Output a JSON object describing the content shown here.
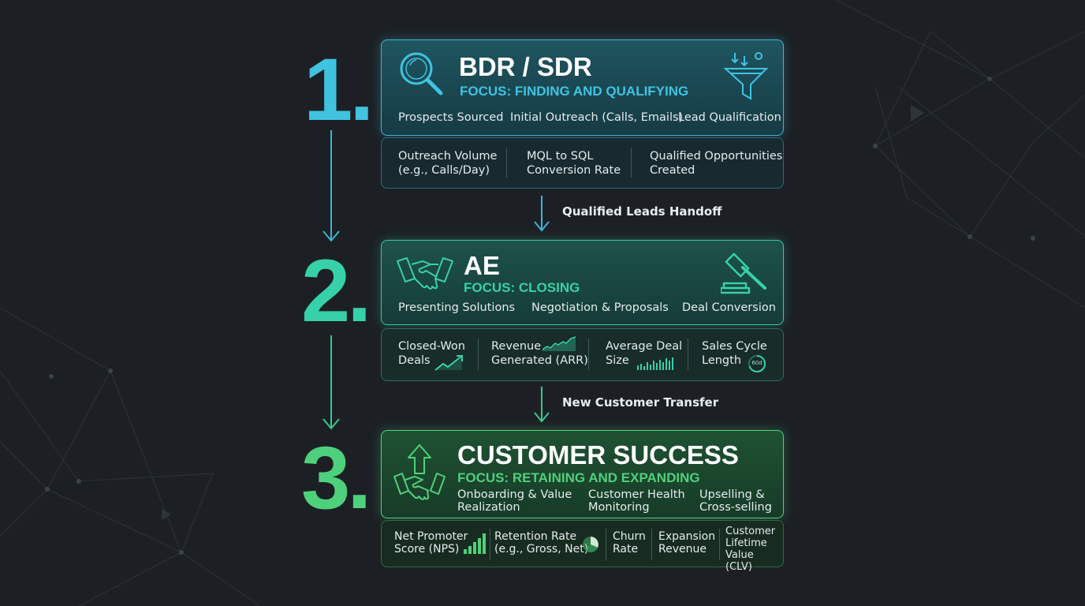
{
  "stages": [
    {
      "number": "1.",
      "title": "BDR / SDR",
      "focus": "FOCUS: FINDING AND QUALIFYING",
      "activities": [
        "Prospects Sourced",
        "Initial Outreach (Calls, Emails)",
        "Lead Qualification"
      ],
      "metrics": [
        "Outreach Volume\n(e.g., Calls/Day)",
        "MQL to SQL\nConversion Rate",
        "Qualified Opportunities\nCreated"
      ],
      "icons": [
        "magnifier-icon",
        "funnel-icon"
      ]
    },
    {
      "number": "2.",
      "title": "AE",
      "focus": "FOCUS: CLOSING",
      "activities": [
        "Presenting Solutions",
        "Negotiation & Proposals",
        "Deal Conversion"
      ],
      "metrics": [
        "Closed-Won\nDeals",
        "Revenue\nGenerated (ARR)",
        "Average Deal\nSize",
        "Sales Cycle\nLength"
      ],
      "metric_badge": "60d",
      "icons": [
        "handshake-icon",
        "gavel-icon",
        "trend-up-icon",
        "area-chart-icon",
        "bar-chart-icon",
        "timer-icon"
      ]
    },
    {
      "number": "3.",
      "title": "CUSTOMER SUCCESS",
      "focus": "FOCUS: RETAINING AND EXPANDING",
      "activities": [
        "Onboarding & Value\nRealization",
        "Customer Health\nMonitoring",
        "Upselling &\nCross-selling"
      ],
      "metrics": [
        "Net Promoter\nScore (NPS)",
        "Retention Rate\n(e.g., Gross, Net)",
        "Churn\nRate",
        "Expansion\nRevenue",
        "Customer\nLifetime\nValue (CLV)"
      ],
      "icons": [
        "handshake-growth-icon",
        "bar-chart-icon",
        "pie-chart-icon"
      ]
    }
  ],
  "handoffs": [
    "Qualified Leads Handoff",
    "New Customer Transfer"
  ],
  "colors": {
    "background": "#1c2025",
    "stage1": "#3fc3e0",
    "stage2": "#36d1a8",
    "stage3": "#4fd07c"
  }
}
